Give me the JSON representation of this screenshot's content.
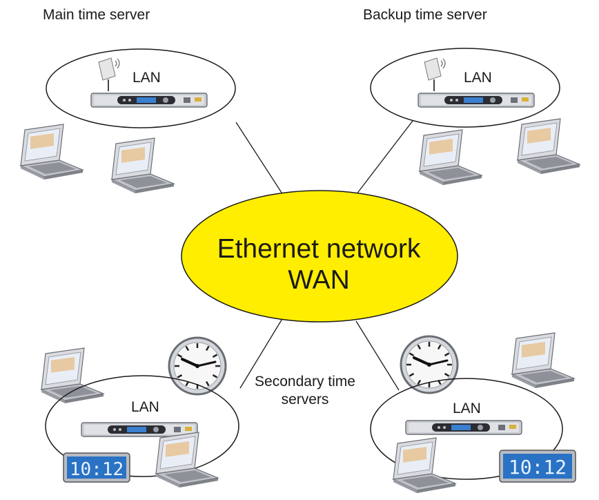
{
  "labels": {
    "main_server": "Main time server",
    "backup_server": "Backup time server",
    "center_line1": "Ethernet network",
    "center_line2": "WAN",
    "secondary_line1": "Secondary time",
    "secondary_line2": "servers",
    "lan": "LAN"
  },
  "digital_clock_time": "10:12",
  "colors": {
    "wan_fill": "#ffee00",
    "digital_clock_face": "#2a72c4",
    "server_display": "#3a7fd0",
    "outline": "#1a1a1a"
  }
}
